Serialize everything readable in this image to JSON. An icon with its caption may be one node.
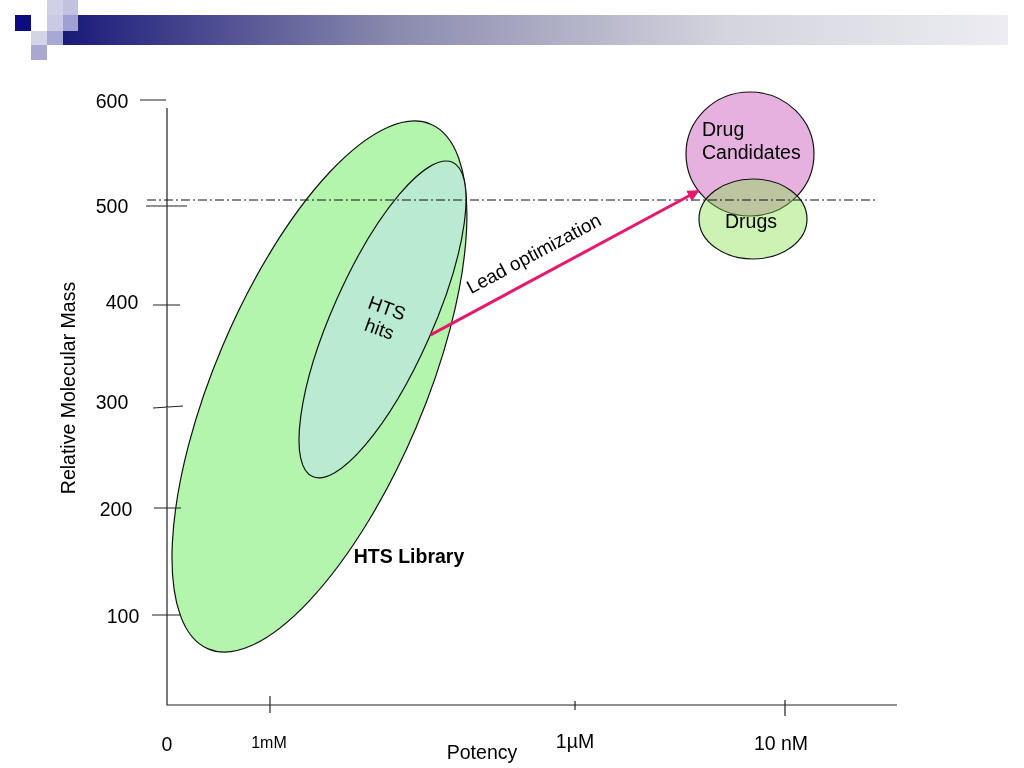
{
  "diagram": {
    "nodes": [
      {
        "text": [
          "HTS Library"
        ]
      },
      {
        "text": [
          "HTS hits"
        ],
        "in": 0
      },
      {
        "text": [
          "Drug Candidates"
        ]
      },
      {
        "text": [
          "Drugs"
        ]
      }
    ],
    "edges": [
      {
        "from": 1,
        "to": 2,
        "arrow": "to",
        "label": "Lead optimization",
        "color": "#e8186c"
      }
    ],
    "labels": [
      "600",
      "500",
      "400",
      "300",
      "200",
      "100",
      "Relative Molecular Mass",
      "0",
      "1mM",
      "Potency",
      "1µM",
      "10 nM"
    ]
  }
}
